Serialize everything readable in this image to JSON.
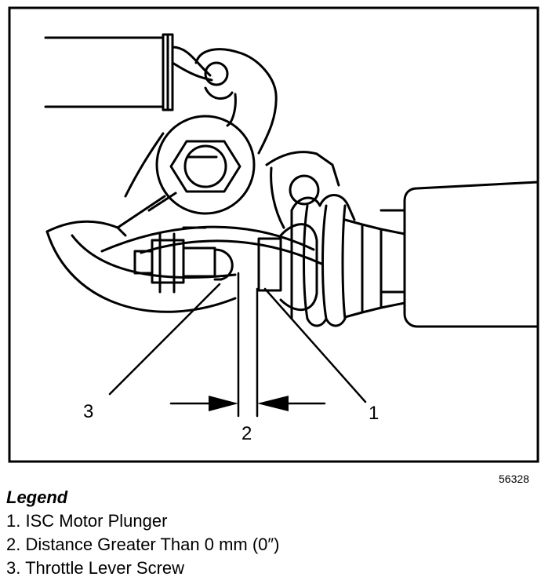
{
  "diagram": {
    "callouts": [
      "1",
      "2",
      "3"
    ],
    "figure_id": "56328"
  },
  "legend": {
    "title": "Legend",
    "items": [
      "1. ISC Motor Plunger",
      "2. Distance Greater Than 0 mm (0″)",
      "3. Throttle Lever Screw"
    ]
  }
}
